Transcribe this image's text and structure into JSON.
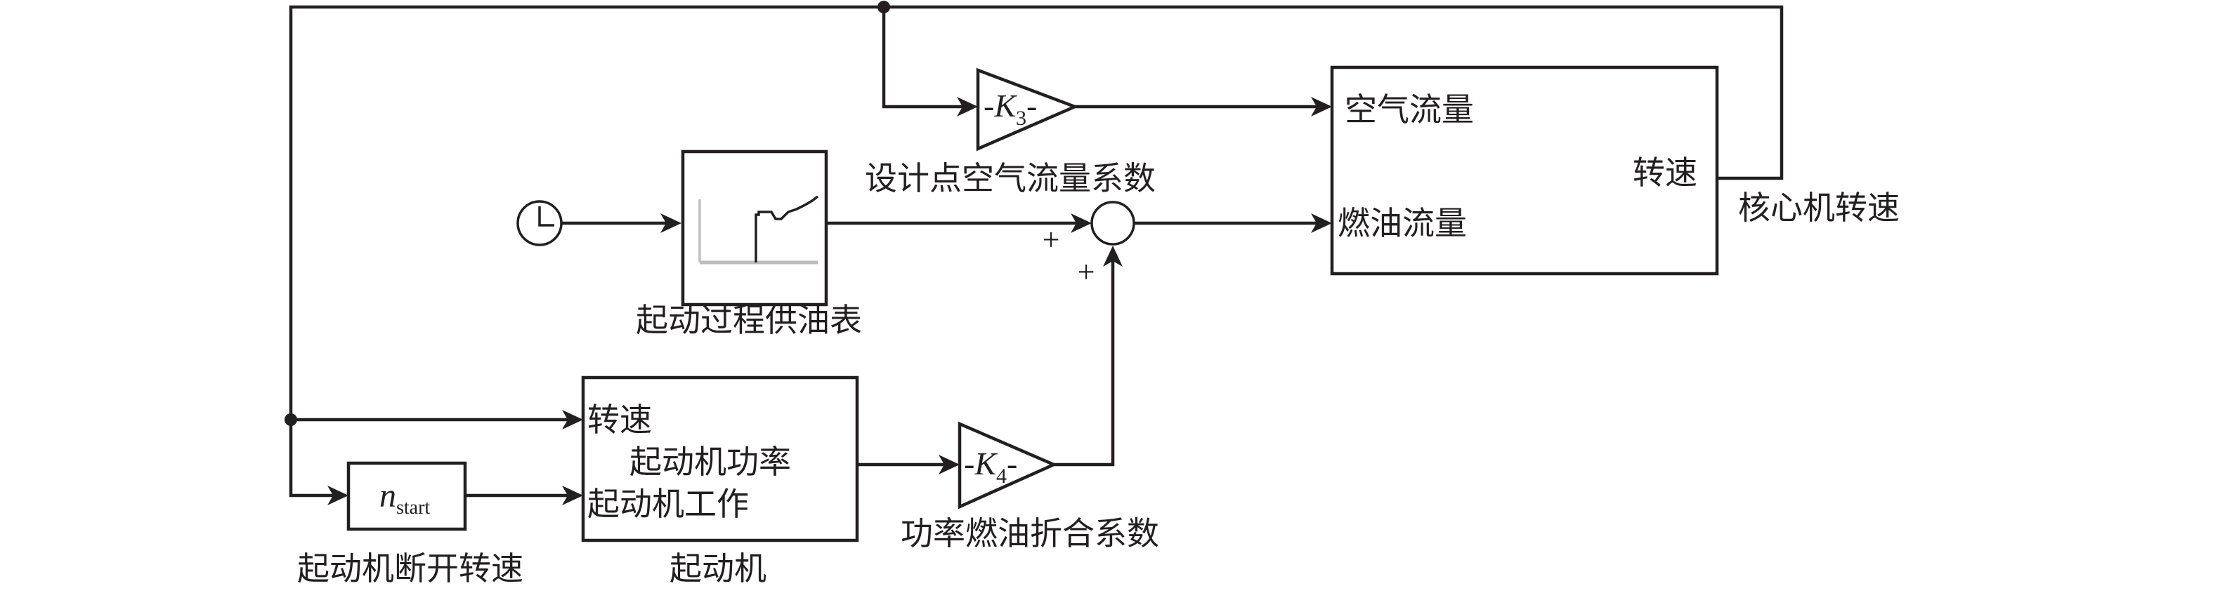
{
  "diagram": {
    "blocks": {
      "clock": {
        "icon": "clock-icon"
      },
      "lookup_table": {
        "caption": "起动过程供油表",
        "icon": "lookup-table-step-curve-icon"
      },
      "gain_k3": {
        "prefix": "-",
        "symbol": "K",
        "subscript": "3",
        "suffix": "-",
        "caption": "设计点空气流量系数"
      },
      "gain_k4": {
        "prefix": "-",
        "symbol": "K",
        "subscript": "4",
        "suffix": "-",
        "caption": "功率燃油折合系数"
      },
      "sum": {
        "sign_left": "+",
        "sign_bottom": "+"
      },
      "core_engine": {
        "input_air": "空气流量",
        "input_fuel": "燃油流量",
        "output_speed": "转速",
        "output_caption": "核心机转速"
      },
      "starter": {
        "input_speed": "转速",
        "output_power": "起动机功率",
        "input_work": "起动机工作",
        "caption": "起动机"
      },
      "n_start": {
        "symbol": "n",
        "subscript": "start",
        "caption": "起动机断开转速"
      }
    }
  }
}
